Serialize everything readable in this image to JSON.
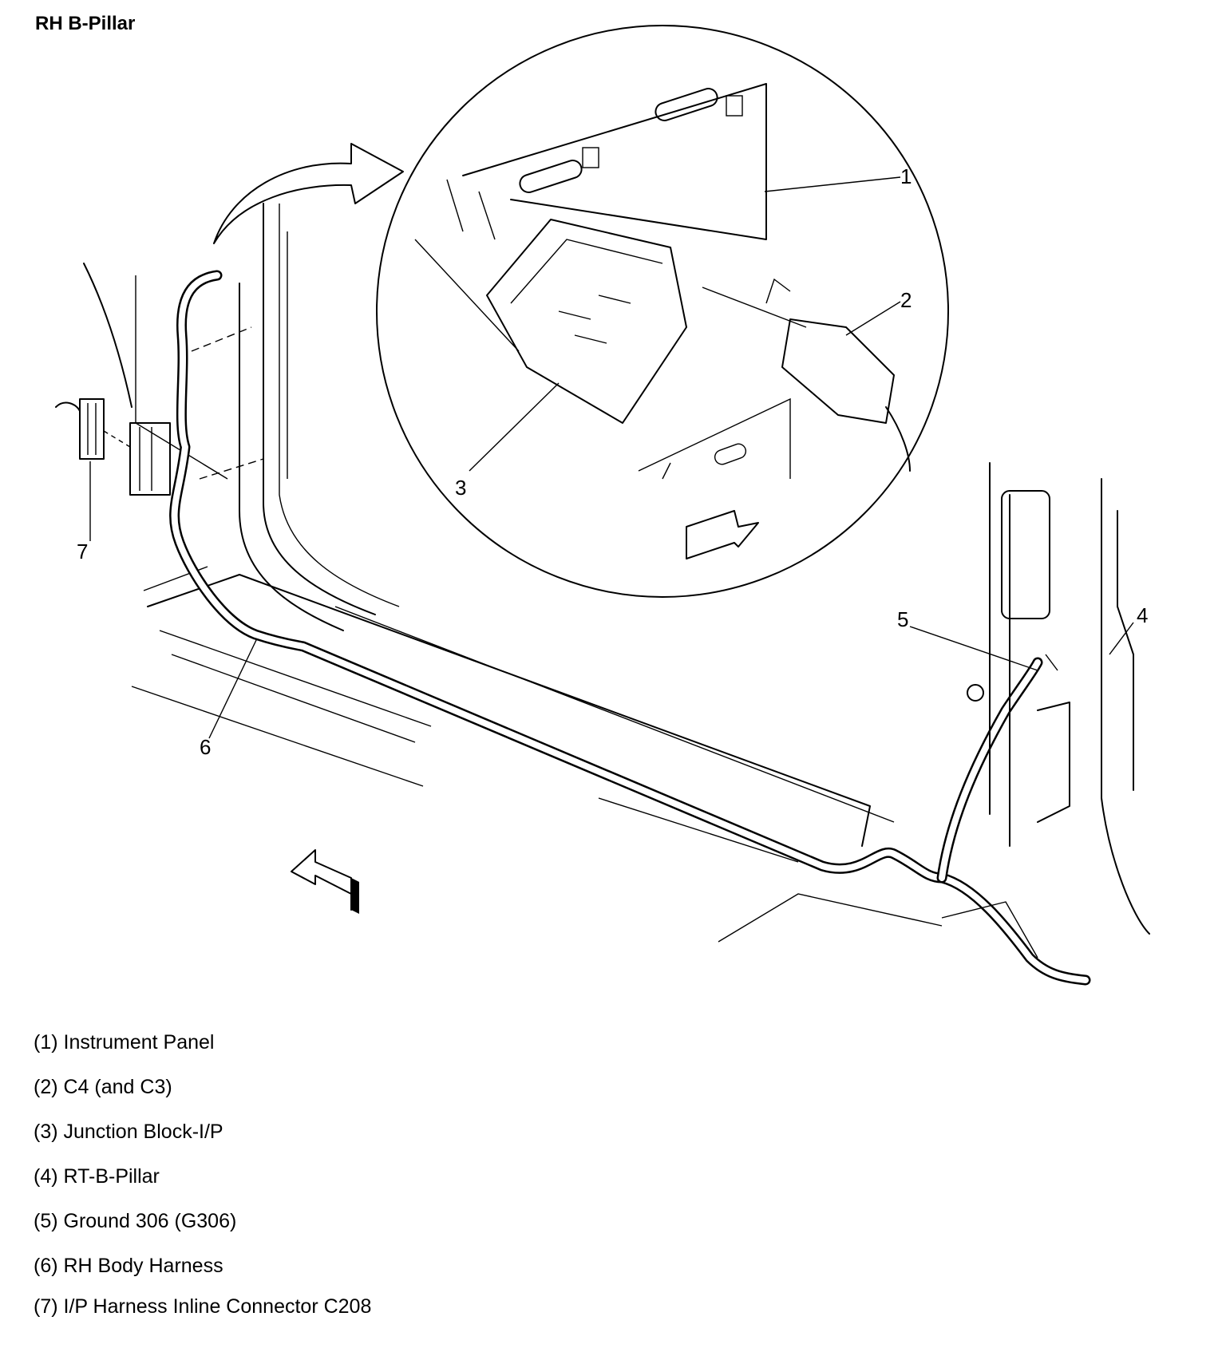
{
  "title": "RH B-Pillar",
  "callouts": [
    {
      "num": "1"
    },
    {
      "num": "2"
    },
    {
      "num": "3"
    },
    {
      "num": "4"
    },
    {
      "num": "5"
    },
    {
      "num": "6"
    },
    {
      "num": "7"
    }
  ],
  "legend": [
    "(1) Instrument Panel",
    "(2) C4 (and C3)",
    "(3) Junction Block-I/P",
    "(4) RT-B-Pillar",
    "(5) Ground 306 (G306)",
    "(6) RH Body Harness",
    "(7) I/P Harness Inline Connector C208"
  ]
}
